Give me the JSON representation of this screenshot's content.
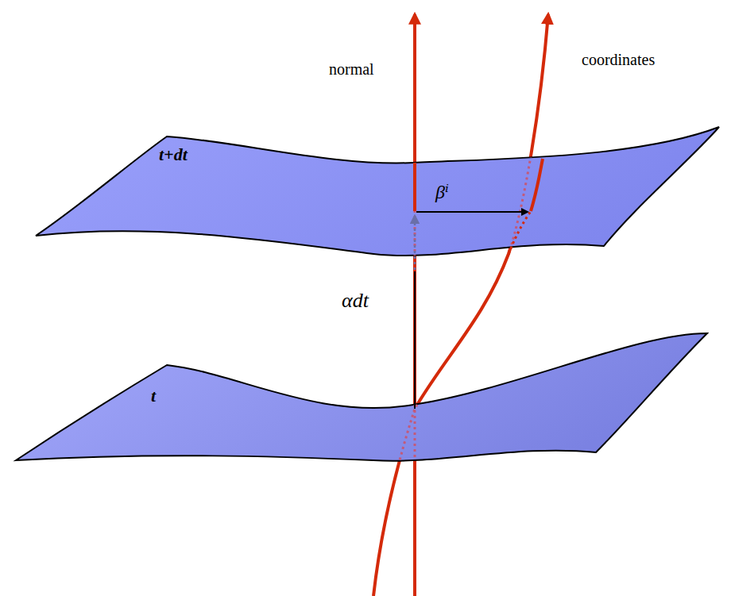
{
  "diagram": {
    "nodes": [
      {
        "text": [
          "t+dt"
        ]
      },
      {
        "text": [
          "t"
        ]
      }
    ],
    "labels": [
      "normal",
      "coordinates",
      "βⁱ",
      "αdt"
    ]
  }
}
